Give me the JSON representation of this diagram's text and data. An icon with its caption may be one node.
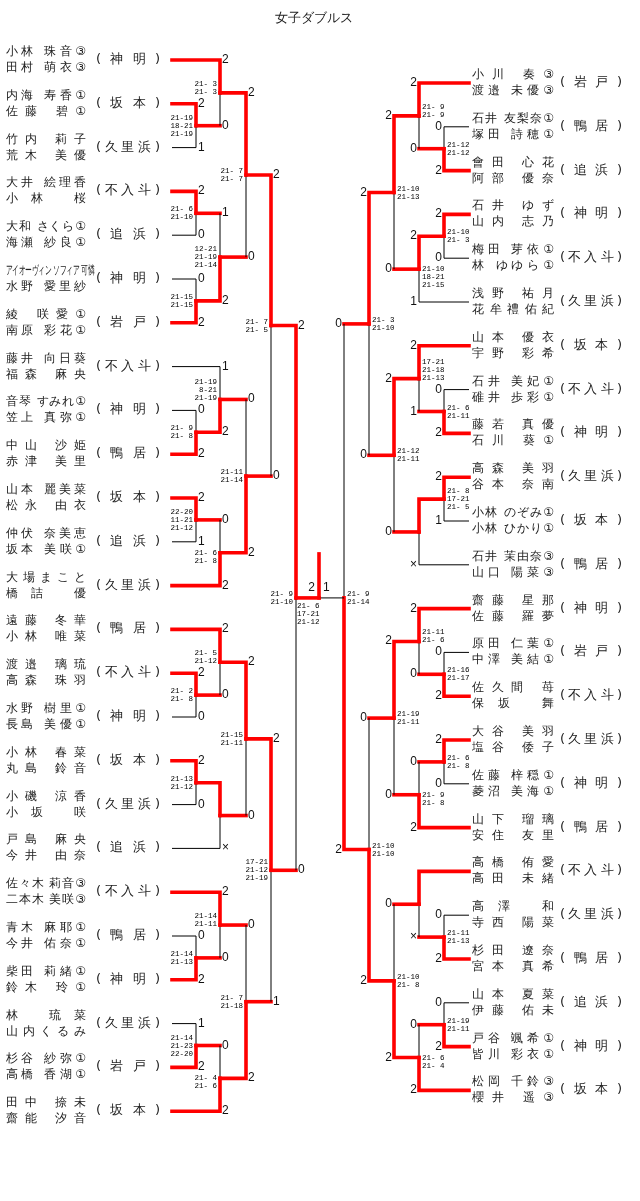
{
  "diagram": {
    "title": "女子ダブルス",
    "nodes": [
      {
        "text": [
          "小林 珠音③",
          "田村 萌衣③"
        ],
        "beside": [
          "(神明)"
        ]
      },
      {
        "text": [
          "内海 寿香①",
          "佐藤 碧①"
        ],
        "beside": [
          "(坂本)"
        ]
      },
      {
        "text": [
          "竹内 莉子",
          "荒木 美優"
        ],
        "beside": [
          "(久里浜)"
        ]
      },
      {
        "text": [
          "大井 絵理香",
          "小林 桜"
        ],
        "beside": [
          "(不入斗)"
        ]
      },
      {
        "text": [
          "大和 さくら①",
          "海瀬 紗良①"
        ],
        "beside": [
          "(追浜)"
        ]
      },
      {
        "text": [
          "アイオーヴィン ソフィア 可憐",
          "水野 愛里紗"
        ],
        "beside": [
          "(神明)"
        ]
      },
      {
        "text": [
          "綾 咲愛①",
          "南原 彩花①"
        ],
        "beside": [
          "(岩戸)"
        ]
      },
      {
        "text": [
          "藤井 向日葵",
          "福森 麻央"
        ],
        "beside": [
          "(不入斗)"
        ]
      },
      {
        "text": [
          "音琴 すみれ①",
          "笠上 真弥①"
        ],
        "beside": [
          "(神明)"
        ]
      },
      {
        "text": [
          "中山 沙姫",
          "赤津 美里"
        ],
        "beside": [
          "(鴨居)"
        ]
      },
      {
        "text": [
          "山本 麗美菜",
          "松永 由衣"
        ],
        "beside": [
          "(坂本)"
        ]
      },
      {
        "text": [
          "仲伏 奈美恵",
          "坂本 美咲①"
        ],
        "beside": [
          "(追浜)"
        ]
      },
      {
        "text": [
          "大場まこと",
          "橋詰 優"
        ],
        "beside": [
          "(久里浜)"
        ]
      },
      {
        "text": [
          "遠藤 冬華",
          "小林 唯菜"
        ],
        "beside": [
          "(鴨居)"
        ]
      },
      {
        "text": [
          "渡邉 璃琉",
          "高森 珠羽"
        ],
        "beside": [
          "(不入斗)"
        ]
      },
      {
        "text": [
          "水野 樹里①",
          "長島 美優①"
        ],
        "beside": [
          "(神明)"
        ]
      },
      {
        "text": [
          "小林 春菜",
          "丸島 鈴音"
        ],
        "beside": [
          "(坂本)"
        ]
      },
      {
        "text": [
          "小磯 涼香",
          "小坂 咲"
        ],
        "beside": [
          "(久里浜)"
        ]
      },
      {
        "text": [
          "戸島 麻央",
          "今井 由奈"
        ],
        "beside": [
          "(追浜)"
        ]
      },
      {
        "text": [
          "佐々木 莉音③",
          "二本木 美咲③"
        ],
        "beside": [
          "(不入斗)"
        ]
      },
      {
        "text": [
          "青木 麻耶①",
          "今井 佑奈①"
        ],
        "beside": [
          "(鴨居)"
        ]
      },
      {
        "text": [
          "柴田 莉緒①",
          "鈴木 玲①"
        ],
        "beside": [
          "(神明)"
        ]
      },
      {
        "text": [
          "林 琉菜",
          "山内くるみ"
        ],
        "beside": [
          "(久里浜)"
        ]
      },
      {
        "text": [
          "杉谷 紗弥①",
          "高橋 香湖①"
        ],
        "beside": [
          "(岩戸)"
        ]
      },
      {
        "text": [
          "田中 捺未",
          "齋能 汐音"
        ],
        "beside": [
          "(坂本)"
        ]
      },
      {
        "text": [
          "小川 奏③",
          "渡邉 未優③"
        ],
        "beside": [
          "(岩戸)"
        ]
      },
      {
        "text": [
          "石井 友梨奈①",
          "塚田 詩穂①"
        ],
        "beside": [
          "(鴨居)"
        ]
      },
      {
        "text": [
          "會田 心花",
          "阿部 優奈"
        ],
        "beside": [
          "(追浜)"
        ]
      },
      {
        "text": [
          "石井 ゆず",
          "山内 志乃"
        ],
        "beside": [
          "(神明)"
        ]
      },
      {
        "text": [
          "梅田 芽依①",
          "林 ゆゆら①"
        ],
        "beside": [
          "(不入斗)"
        ]
      },
      {
        "text": [
          "浅野 祐月",
          "花牟禮佑紀"
        ],
        "beside": [
          "(久里浜)"
        ]
      },
      {
        "text": [
          "山本 優衣",
          "宇野 彩希"
        ],
        "beside": [
          "(坂本)"
        ]
      },
      {
        "text": [
          "石井 美妃①",
          "碓井 歩彩①"
        ],
        "beside": [
          "(不入斗)"
        ]
      },
      {
        "text": [
          "藤若 真優",
          "石川 葵①"
        ],
        "beside": [
          "(神明)"
        ]
      },
      {
        "text": [
          "高森 美羽",
          "谷本 奈南"
        ],
        "beside": [
          "(久里浜)"
        ]
      },
      {
        "text": [
          "小林 のぞみ①",
          "小林 ひかり①"
        ],
        "beside": [
          "(坂本)"
        ]
      },
      {
        "text": [
          "石井 茉由奈③",
          "山口 陽菜③"
        ],
        "beside": [
          "(鴨居)"
        ]
      },
      {
        "text": [
          "齋藤 星那",
          "佐藤 羅夢"
        ],
        "beside": [
          "(神明)"
        ]
      },
      {
        "text": [
          "原田 仁葉①",
          "中澤 美結①"
        ],
        "beside": [
          "(岩戸)"
        ]
      },
      {
        "text": [
          "佐久間 苺",
          "保坂 舞"
        ],
        "beside": [
          "(不入斗)"
        ]
      },
      {
        "text": [
          "大谷 美羽",
          "塩谷 倭子"
        ],
        "beside": [
          "(久里浜)"
        ]
      },
      {
        "text": [
          "佐藤 梓穏①",
          "菱沼 美海①"
        ],
        "beside": [
          "(神明)"
        ]
      },
      {
        "text": [
          "山下 瑠璃",
          "安住 友里"
        ],
        "beside": [
          "(鴨居)"
        ]
      },
      {
        "text": [
          "高橋 侑愛",
          "高田 未緒"
        ],
        "beside": [
          "(不入斗)"
        ]
      },
      {
        "text": [
          "高澤 和",
          "寺西 陽菜"
        ],
        "beside": [
          "(久里浜)"
        ]
      },
      {
        "text": [
          "杉田 遼奈",
          "宮本 真希"
        ],
        "beside": [
          "(鴨居)"
        ]
      },
      {
        "text": [
          "山本 夏菜",
          "伊藤 佑未"
        ],
        "beside": [
          "(追浜)"
        ]
      },
      {
        "text": [
          "戸谷 颯希①",
          "皆川 彩衣①"
        ],
        "beside": [
          "(神明)"
        ]
      },
      {
        "text": [
          "松岡 千鈴③",
          "櫻井 遥③"
        ],
        "beside": [
          "(坂本)"
        ]
      }
    ],
    "labels": [
      "2",
      "1",
      "21-19",
      "18-21",
      "21-19",
      "2",
      "0",
      "21- 3",
      "21- 3",
      "2",
      "0",
      "21- 6",
      "21-10",
      "0",
      "2",
      "21-15",
      "21-15",
      "1",
      "2",
      "12-21",
      "21-19",
      "21-14",
      "2",
      "0",
      "21- 7",
      "21- 7",
      "0",
      "2",
      "21- 9",
      "21- 8",
      "1",
      "2",
      "21-19",
      "8-21",
      "21-19",
      "2",
      "1",
      "22-20",
      "11-21",
      "21-12",
      "0",
      "2",
      "21- 6",
      "21- 8",
      "0",
      "2",
      "21-11",
      "21-14",
      "2",
      "0",
      "21- 7",
      "21- 5",
      "2",
      "0",
      "21- 2",
      "21- 8",
      "2",
      "0",
      "21- 5",
      "21-12",
      "2",
      "0",
      "21-13",
      "21-12",
      "×",
      "2",
      "0",
      "21-15",
      "21-11",
      "0",
      "2",
      "21-14",
      "21-13",
      "2",
      "0",
      "21-14",
      "21-11",
      "1",
      "2",
      "21-14",
      "21-23",
      "22-20",
      "0",
      "2",
      "21- 4",
      "21- 6",
      "0",
      "2",
      "21- 7",
      "21-18",
      "2",
      "1",
      "17-21",
      "21-12",
      "21-19",
      "2",
      "0",
      "21- 9",
      "21-10",
      "0",
      "2",
      "21-12",
      "21-12",
      "2",
      "0",
      "21- 9",
      "21- 9",
      "2",
      "0",
      "21-10",
      "21- 3",
      "2",
      "1",
      "21-10",
      "18-21",
      "21-15",
      "2",
      "0",
      "21-10",
      "21-13",
      "0",
      "2",
      "21- 6",
      "21-11",
      "2",
      "1",
      "17-21",
      "21-18",
      "21-13",
      "2",
      "1",
      "21- 8",
      "17-21",
      "21- 5",
      "×",
      "2",
      "0",
      "21-12",
      "21-11",
      "2",
      "0",
      "21- 3",
      "21-10",
      "0",
      "2",
      "21-16",
      "21-17",
      "2",
      "0",
      "21-11",
      "21- 6",
      "2",
      "0",
      "21- 6",
      "21- 8",
      "0",
      "2",
      "21- 9",
      "21- 8",
      "2",
      "0",
      "21-19",
      "21-11",
      "0",
      "2",
      "21-11",
      "21-13",
      "×",
      "0",
      "2",
      "21-19",
      "21-11",
      "0",
      "2",
      "21- 6",
      "21- 4",
      "0",
      "2",
      "21-10",
      "21- 8",
      "0",
      "2",
      "21-10",
      "21-10",
      "0",
      "2",
      "21- 9",
      "21-14",
      "2",
      "1",
      "21- 6",
      "17-21",
      "21-12"
    ]
  }
}
